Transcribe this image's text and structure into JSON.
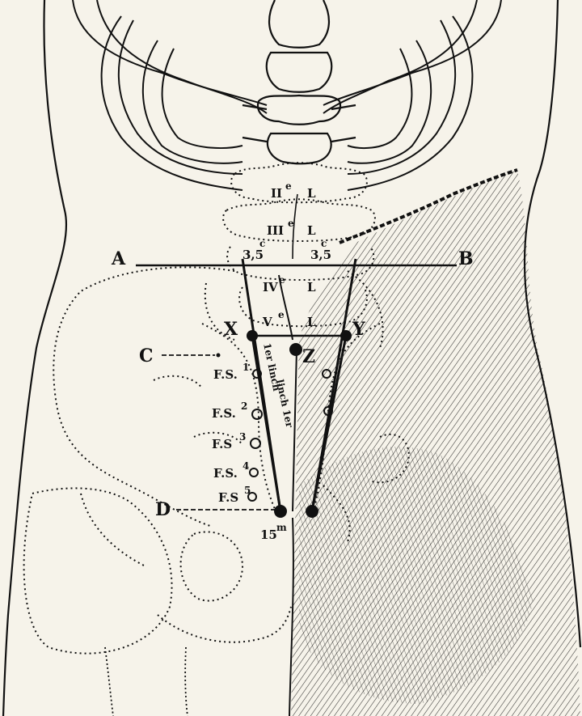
{
  "labels": {
    "A": "A",
    "B": "B",
    "C": "C",
    "D": "D",
    "X": "X",
    "Y": "Y",
    "Z": "Z",
    "v2": "II",
    "v2_sup": "e",
    "v3": "III",
    "v3_sup": "e",
    "v4": "IV",
    "v4_sup": "e",
    "v5": "V",
    "v5_sup": "e",
    "L": "L",
    "measure_left": "3,5",
    "measure_right": "3,5",
    "measure_sup": "c",
    "fs1": "F.S.",
    "fs1_n": "1",
    "fs2": "F.S.",
    "fs2_n": "2",
    "fs3": "F.S",
    "fs3_n": "3",
    "fs4": "F.S.",
    "fs4_n": "4",
    "fs5": "F.S",
    "fs5_n": "5",
    "length_left": "1er linch",
    "length_right": "linch 1er",
    "fifteen": "15",
    "fifteen_sup": "m"
  },
  "colors": {
    "paper": "#f6f3ea",
    "ink": "#111111"
  }
}
